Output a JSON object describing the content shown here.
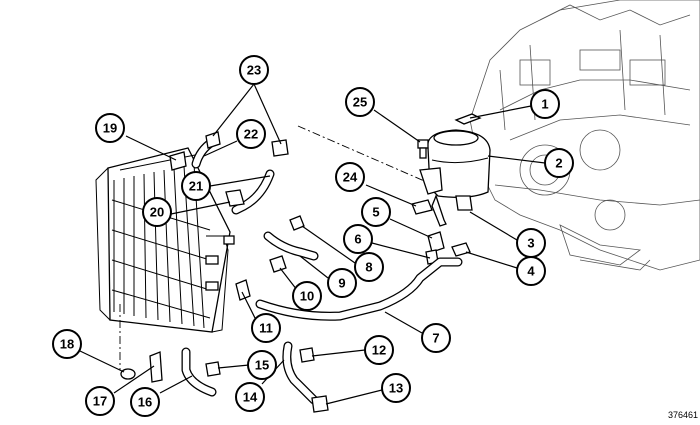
{
  "figure_id": "376461",
  "callouts": [
    {
      "num": "1"
    },
    {
      "num": "2"
    },
    {
      "num": "3"
    },
    {
      "num": "4"
    },
    {
      "num": "5"
    },
    {
      "num": "6"
    },
    {
      "num": "7"
    },
    {
      "num": "8"
    },
    {
      "num": "9"
    },
    {
      "num": "10"
    },
    {
      "num": "11"
    },
    {
      "num": "12"
    },
    {
      "num": "13"
    },
    {
      "num": "14"
    },
    {
      "num": "15"
    },
    {
      "num": "16"
    },
    {
      "num": "17"
    },
    {
      "num": "18"
    },
    {
      "num": "19"
    },
    {
      "num": "20"
    },
    {
      "num": "21"
    },
    {
      "num": "22"
    },
    {
      "num": "23"
    },
    {
      "num": "24"
    },
    {
      "num": "25"
    }
  ]
}
